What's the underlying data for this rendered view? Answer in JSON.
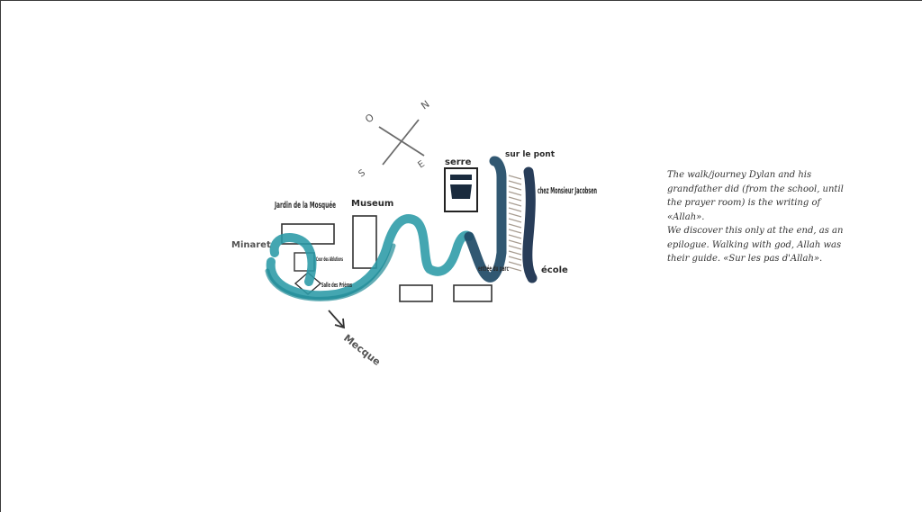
{
  "compass": {
    "north": "N",
    "east": "E",
    "south": "S",
    "west": "O"
  },
  "labels": {
    "serre": "serre",
    "sur_le_pont": "sur le pont",
    "chez_monsieur_jacobsen": "chez Monsieur Jacobsen",
    "jardin_de_la_mosquee": "Jardin de la Mosquée",
    "museum": "Museum",
    "minaret": "Minaret",
    "cour_des_ablutions": "Cour des Ablutions",
    "salle_des_prieres": "Salle des Prières",
    "entree_du_parc": "entrée du parc",
    "ecole": "école",
    "mecque": "Mecque"
  },
  "caption": {
    "line1": "The walk/journey Dylan and his grandfather did (from the school, until the prayer room) is the writing of «Allah».",
    "line2": "We discover this only at the end, as an epilogue. Walking with god, Allah was their guide. «Sur les pas d'Allah»."
  },
  "colors": {
    "teal": "#2a9aa6",
    "navy": "#1f3b57",
    "ink": "#2a2a2a",
    "border": "#3a3a3a"
  }
}
